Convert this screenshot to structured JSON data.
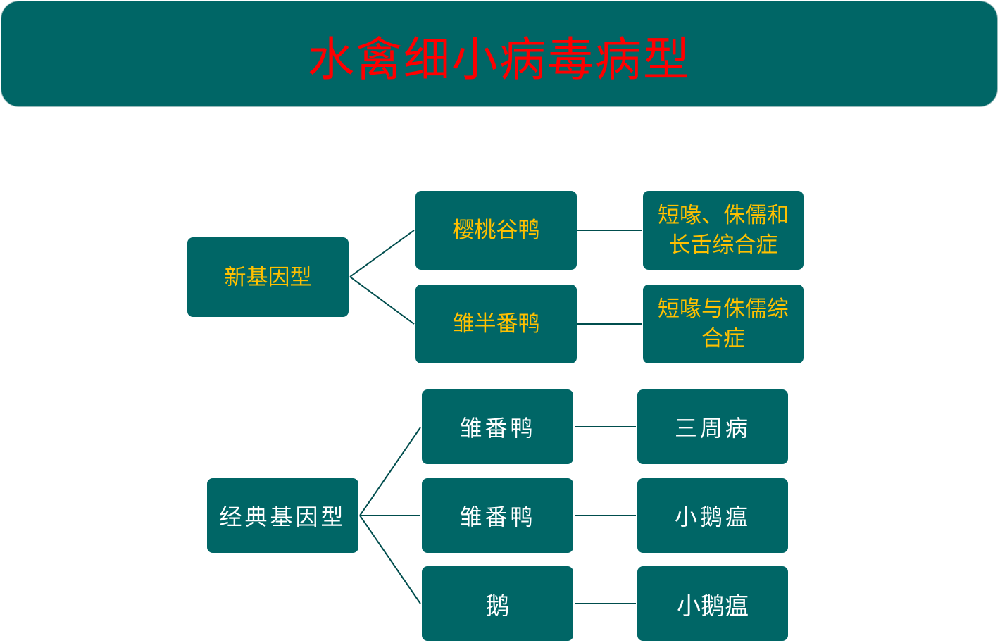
{
  "title": "水禽细小病毒病型",
  "new_genotype": {
    "label": "新基因型",
    "hosts": [
      {
        "host": "樱桃谷鸭",
        "disease": "短喙、侏儒和长舌综合症"
      },
      {
        "host": "雏半番鸭",
        "disease": "短喙与侏儒综合症"
      }
    ]
  },
  "classic_genotype": {
    "label": "经典基因型",
    "hosts": [
      {
        "host": "雏番鸭",
        "disease": "三周病"
      },
      {
        "host": "雏番鸭",
        "disease": "小鹅瘟"
      },
      {
        "host": "鹅",
        "disease": "小鹅瘟"
      }
    ]
  },
  "colors": {
    "box": "#006666",
    "title": "#ff0000",
    "yellow_text": "#ffc000",
    "line": "#004d4d"
  }
}
